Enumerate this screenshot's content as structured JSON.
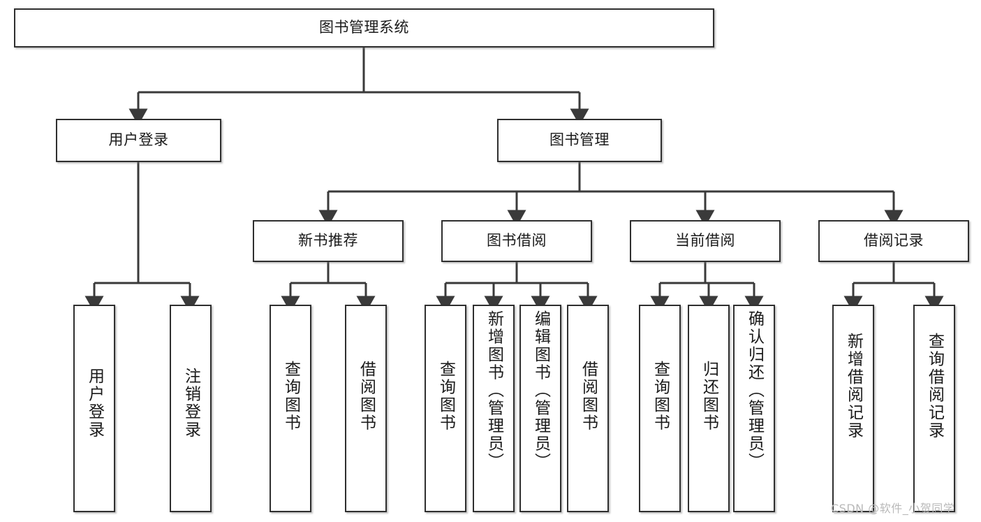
{
  "diagram": {
    "type": "tree",
    "title": "图书管理系统",
    "root": {
      "id": "root",
      "label": "图书管理系统"
    },
    "level2": [
      {
        "id": "user-login",
        "label": "用户登录"
      },
      {
        "id": "book-manage",
        "label": "图书管理"
      }
    ],
    "level3": [
      {
        "id": "new-book-recommend",
        "label": "新书推荐",
        "parent": "book-manage"
      },
      {
        "id": "book-borrow",
        "label": "图书借阅",
        "parent": "book-manage"
      },
      {
        "id": "current-borrow",
        "label": "当前借阅",
        "parent": "book-manage"
      },
      {
        "id": "borrow-record",
        "label": "借阅记录",
        "parent": "book-manage"
      }
    ],
    "leaves": [
      {
        "id": "leaf-user-login",
        "label": "用户登录",
        "parent": "user-login"
      },
      {
        "id": "leaf-user-logout",
        "label": "注销登录",
        "parent": "user-login"
      },
      {
        "id": "leaf-query-book-1",
        "label": "查询图书",
        "parent": "new-book-recommend"
      },
      {
        "id": "leaf-borrow-book-1",
        "label": "借阅图书",
        "parent": "new-book-recommend"
      },
      {
        "id": "leaf-query-book-2",
        "label": "查询图书",
        "parent": "book-borrow"
      },
      {
        "id": "leaf-add-book",
        "label": "新增图书（管理员）",
        "parent": "book-borrow"
      },
      {
        "id": "leaf-edit-book",
        "label": "编辑图书（管理员）",
        "parent": "book-borrow"
      },
      {
        "id": "leaf-borrow-book-2",
        "label": "借阅图书",
        "parent": "book-borrow"
      },
      {
        "id": "leaf-query-book-3",
        "label": "查询图书",
        "parent": "current-borrow"
      },
      {
        "id": "leaf-return-book",
        "label": "归还图书",
        "parent": "current-borrow"
      },
      {
        "id": "leaf-confirm-return",
        "label": "确认归还（管理员）",
        "parent": "current-borrow"
      },
      {
        "id": "leaf-add-record",
        "label": "新增借阅记录",
        "parent": "borrow-record"
      },
      {
        "id": "leaf-query-record",
        "label": "查询借阅记录",
        "parent": "borrow-record"
      }
    ]
  },
  "watermark": {
    "text": "CSDN @软件_小贺同学"
  },
  "colors": {
    "box_border": "#2f2f2f",
    "box_fill": "#ffffff",
    "edge": "#3a3a3a",
    "text": "#1a1a1a",
    "watermark": "#b9b9b9"
  }
}
